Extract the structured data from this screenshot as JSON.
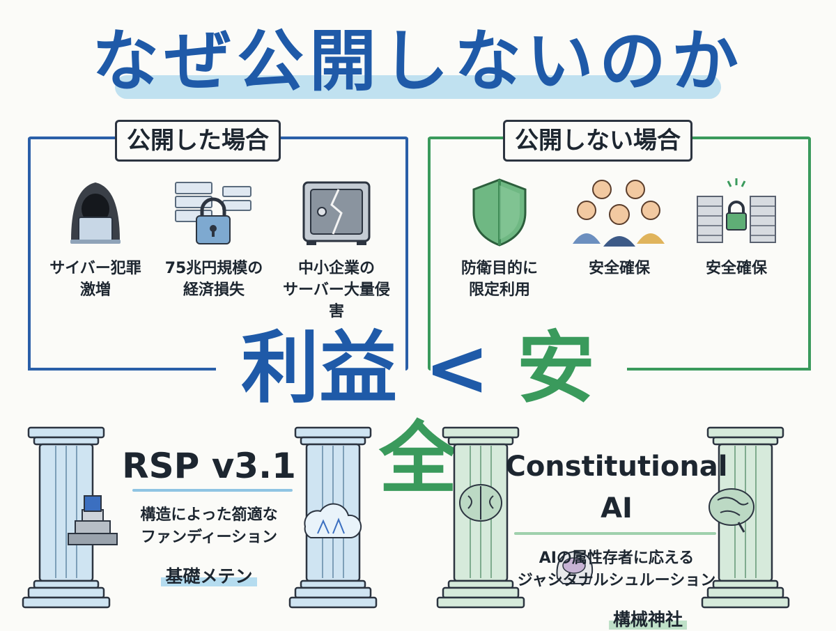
{
  "title": "なぜ公開しないのか",
  "public_case": {
    "label": "公開した場合",
    "items": [
      {
        "line1": "サイバー犯罪",
        "line2": "激増",
        "icon": "hacker-icon"
      },
      {
        "line1": "75兆円規模の",
        "line2": "経済損失",
        "icon": "server-lock-icon"
      },
      {
        "line1": "中小企業の",
        "line2": "サーバー大量侵害",
        "icon": "broken-safe-icon"
      }
    ]
  },
  "private_case": {
    "label": "公開しない場合",
    "items": [
      {
        "line1": "防衛目的に",
        "line2": "限定利用",
        "icon": "shield-icon"
      },
      {
        "line1": "安全確保",
        "line2": "",
        "icon": "people-icon"
      },
      {
        "line1": "安全確保",
        "line2": "",
        "icon": "wall-lock-icon"
      }
    ]
  },
  "balance": {
    "left": "利益",
    "symbol": "<",
    "right": "安全"
  },
  "pillars": {
    "rsp": {
      "name": "RSP v3.1",
      "desc_line1": "構造によった箚適な",
      "desc_line2": "ファンディーション",
      "foot": "基礎メテン"
    },
    "cai": {
      "name": "Constitutional AI",
      "desc_line1": "AIの属性存者に応える",
      "desc_line2": "ジャシタナルシュルーション",
      "foot": "構械神社"
    }
  },
  "colors": {
    "blue": "#1f5aa8",
    "green": "#3a9a5c",
    "pillar_blue": "#cfe4f2",
    "pillar_green": "#d6eadb"
  }
}
